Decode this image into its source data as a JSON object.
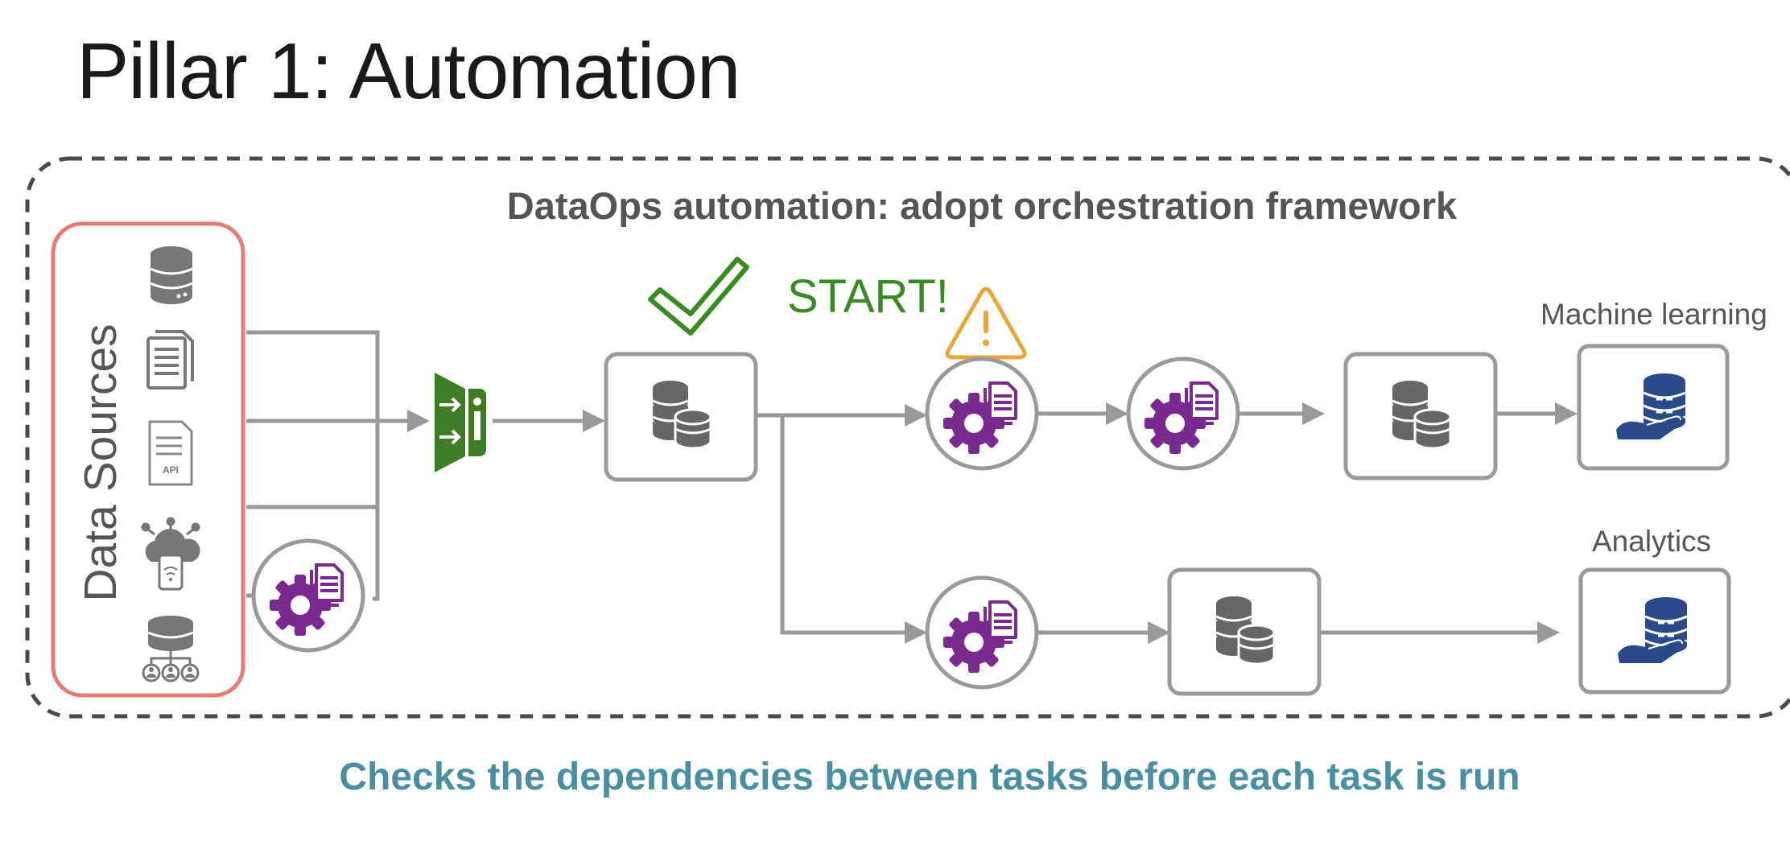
{
  "title": "Pillar 1: Automation",
  "diagram": {
    "heading": "DataOps automation: adopt orchestration framework",
    "data_sources_label": "Data Sources",
    "start_label": "START!",
    "outputs": {
      "machine_learning": "Machine learning",
      "analytics": "Analytics"
    },
    "api_doc_text": "API"
  },
  "footer": "Checks the dependencies between tasks before each task is run",
  "colors": {
    "connector": "#999999",
    "task_purple": "#7a2a8e",
    "ingest_green": "#3e7d24",
    "check_green": "#3a8a24",
    "warning_orange": "#e9a53a",
    "output_blue": "#2a4a8a",
    "data_sources_border": "#e57b76",
    "footer_teal": "#4a8fa0"
  },
  "icons": [
    "database-server-icon",
    "document-icon",
    "api-document-icon",
    "cloud-device-icon",
    "shared-database-icon",
    "task-gear-icon",
    "ingest-gateway-icon",
    "database-icon",
    "checkmark-icon",
    "warning-icon",
    "data-service-icon"
  ]
}
